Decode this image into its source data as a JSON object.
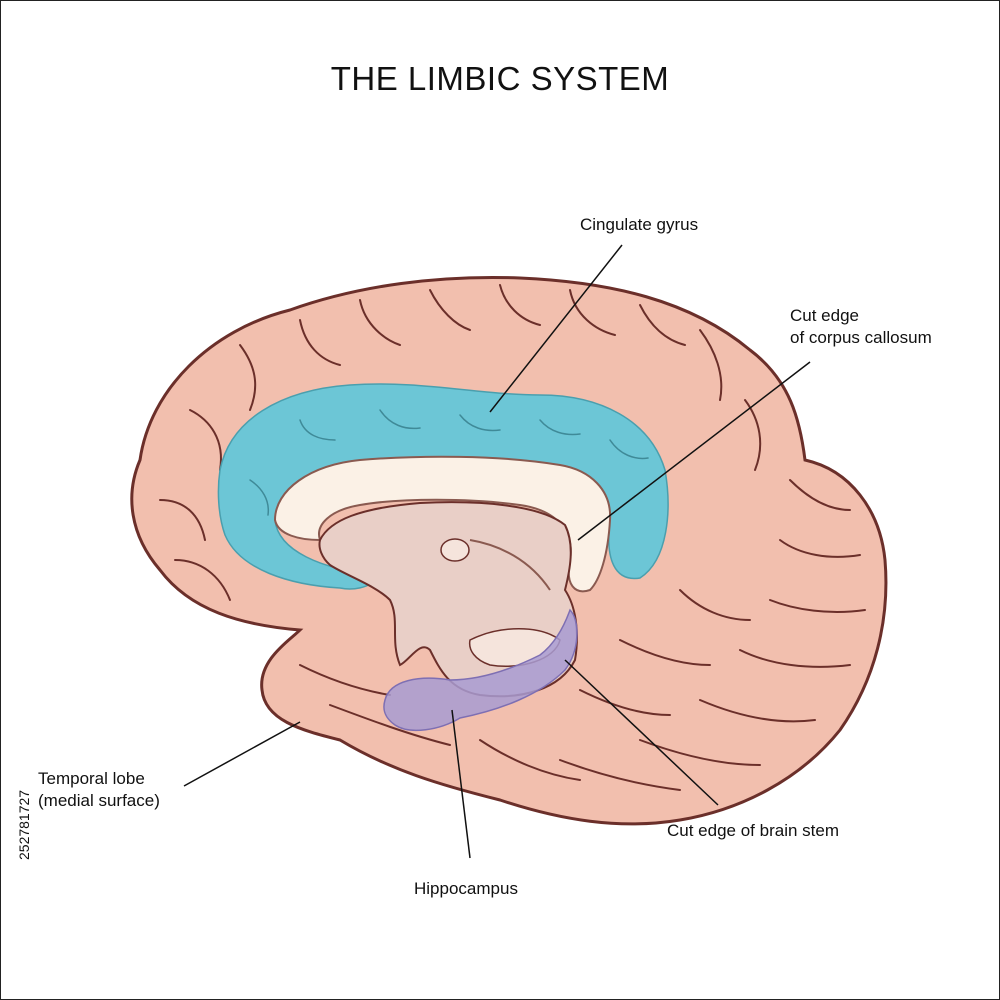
{
  "title": "THE LIMBIC SYSTEM",
  "labels": {
    "cingulate_gyrus": "Cingulate gyrus",
    "corpus_callosum_line1": "Cut edge",
    "corpus_callosum_line2": "of corpus callosum",
    "temporal_lobe_line1": "Temporal lobe",
    "temporal_lobe_line2": "(medial surface)",
    "hippocampus": "Hippocampus",
    "brain_stem": "Cut edge of brain stem"
  },
  "stock_id": "252781727",
  "colors": {
    "brain_fill": "#f2bfae",
    "brain_outline": "#6b2f2a",
    "cingulate": "#6cc6d6",
    "corpus_callosum": "#fbf1e6",
    "hippocampus": "#a89bd1",
    "interior": "#e9cfc7"
  }
}
